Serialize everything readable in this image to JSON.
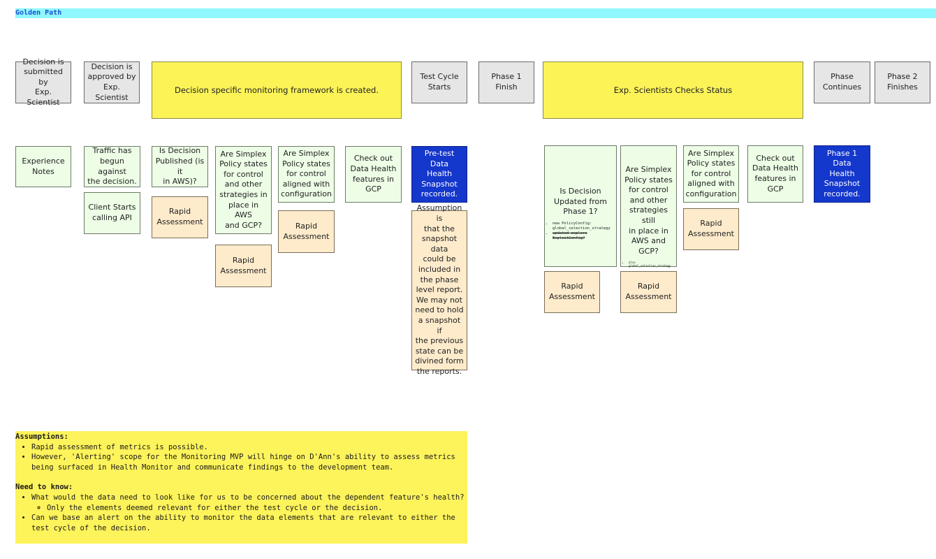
{
  "header": {
    "title": "Golden Path"
  },
  "swimlane_top": {
    "steps": [
      "Decision is\nsubmitted by\nExp. Scientist",
      "Decision is\napproved by\nExp. Scientist",
      "Decision specific monitoring framework is created.",
      "Test Cycle\nStarts",
      "Phase 1 Finish",
      "Exp. Scientists Checks Status",
      "Phase\nContinues",
      "Phase 2\nFinishes"
    ]
  },
  "stickies": {
    "experience_notes": "Experience\nNotes",
    "traffic_begun": "Traffic has\nbegun against\nthe decision.",
    "client_starts": "Client Starts\ncalling API",
    "decision_published": "Is Decision\nPublished (is it\nin AWS)?",
    "rapid_1": "Rapid\nAssessment",
    "simplex_states_1": "Are Simplex\nPolicy states\nfor control\nand other\nstrategies in\nplace in AWS\nand GCP?",
    "rapid_2": "Rapid\nAssessment",
    "simplex_aligned_1": "Are Simplex\nPolicy states\nfor control\naligned with\nconfiguration",
    "rapid_3": "Rapid\nAssessment",
    "check_health_1": "Check out\nData Health\nfeatures in\nGCP",
    "pretest_snapshot": "Pre-test Data\nHealth\nSnapshot\nrecorded.",
    "assumption_snapshot": "Assumption is\nthat the\nsnapshot data\ncould be\nincluded in\nthe phase\nlevel report.\nWe may not\nneed to hold\na snapshot if\nthe previous\nstate can be\ndivined form\nthe reports.",
    "decision_updated": "Is Decision\nUpdated from\nPhase 1?",
    "decision_updated_note_1": "new PolicyConfig: global_selection_strategy",
    "decision_updated_note_2": "updated explore ExploitConfig?",
    "rapid_4": "Rapid\nAssessment",
    "simplex_states_2": "Are Simplex\nPolicy states\nfor control\nand other\nstrategies still\nin place in\nAWS and\nGCP?",
    "simplex_states_2_note": "also global_selection_strategy",
    "rapid_5": "Rapid\nAssessment",
    "simplex_aligned_2": "Are Simplex\nPolicy states\nfor control\naligned with\nconfiguration",
    "rapid_6": "Rapid\nAssessment",
    "check_health_2": "Check out\nData Health\nfeatures in\nGCP",
    "phase1_snapshot": "Phase 1 Data\nHealth\nSnapshot\nrecorded."
  },
  "notes": {
    "assumptions_heading": "Assumptions:",
    "assumptions": [
      "Rapid assessment of metrics is possible.",
      "However, 'Alerting' scope for the Monitoring MVP will hinge on D'Ann's ability to assess metrics being surfaced in Health Monitor and communicate findings to the development team."
    ],
    "need_heading": "Need to know:",
    "need": [
      "What would the data need to look like for us to be concerned about the dependent feature's health?",
      "Only the elements deemed relevant for either the test cycle or the decision.",
      "Can we base an alert on the ability to monitor the data elements that are relevant to either the test cycle of the decision."
    ]
  },
  "colors": {
    "banner": "#8ff8ff",
    "yellow": "#fcf357",
    "green": "#edfde6",
    "tan": "#fdebcb",
    "blue": "#1437cc",
    "grey": "#e6e6e6"
  }
}
